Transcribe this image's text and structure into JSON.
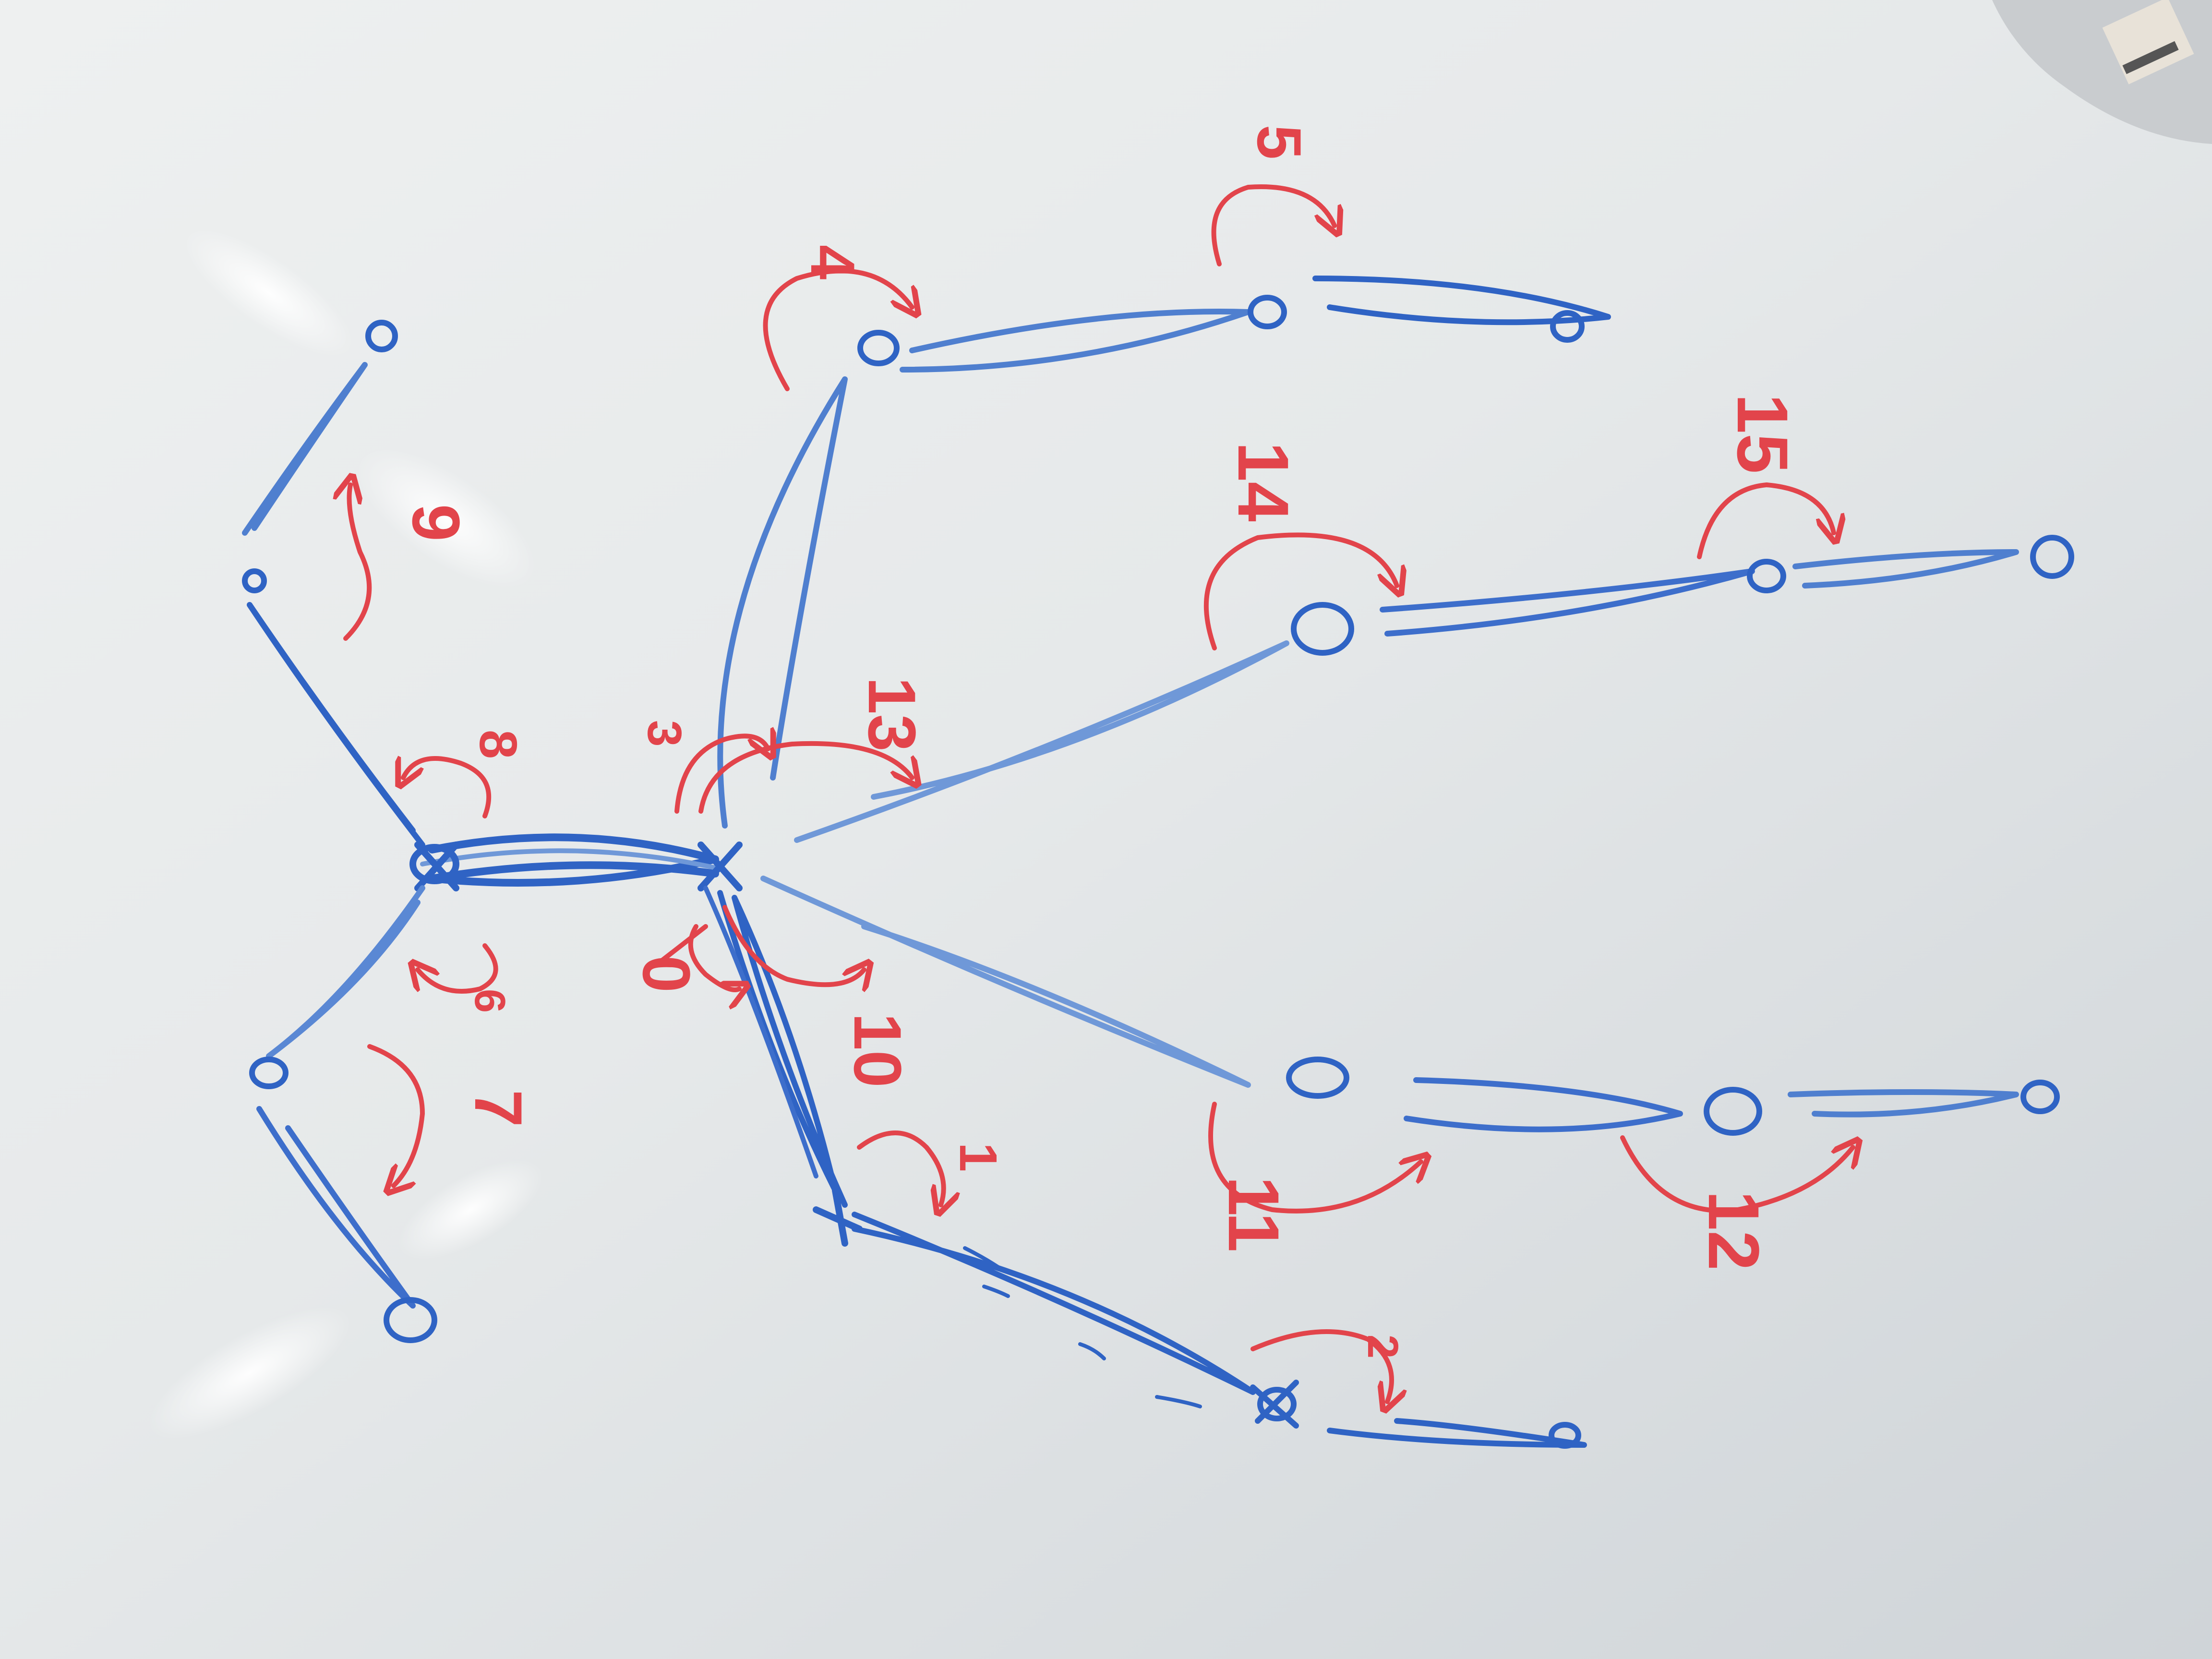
{
  "whiteboard": {
    "colors": {
      "skeleton": "#2f63c4",
      "skeleton_light": "#6f98d8",
      "annotation": "#e2444b",
      "board": "#e9eced"
    },
    "joint_labels": [
      "0",
      "1",
      "2",
      "3",
      "4",
      "5",
      "6",
      "7",
      "8",
      "9",
      "10",
      "11",
      "12",
      "13",
      "14",
      "15"
    ]
  }
}
